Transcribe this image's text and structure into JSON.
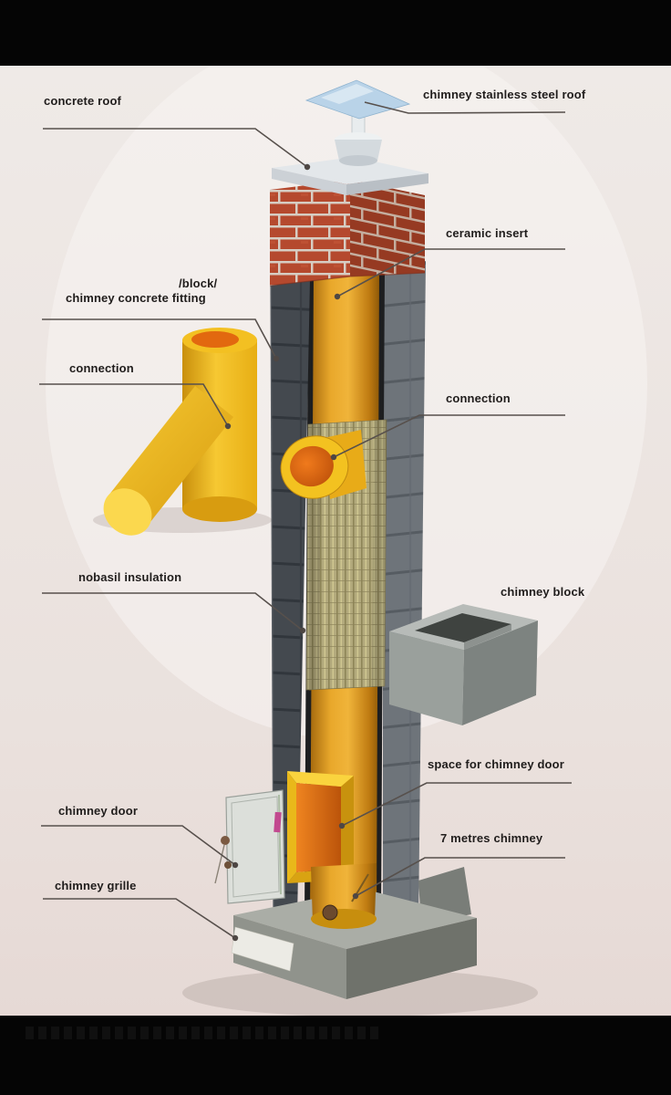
{
  "diagram": {
    "labels": {
      "concrete_roof": "concrete roof",
      "steel_roof": "chimney stainless steel roof",
      "ceramic_insert": "ceramic insert",
      "block_fitting_line1": "/block/",
      "block_fitting_line2": "chimney concrete fitting",
      "connection_left": "connection",
      "connection_right": "connection",
      "nobasil_insulation": "nobasil insulation",
      "chimney_block": "chimney block",
      "space_for_chimney_door": "space for chimney door",
      "chimney_door": "chimney door",
      "seven_metres_chimney": "7 metres chimney",
      "chimney_grille": "chimney grille"
    },
    "colors": {
      "background_top": "#efeae7",
      "background_bottom": "#e6d9d5",
      "letterbox": "#050505",
      "label_text": "#201d1c",
      "leader_line": "#57504c",
      "brick_red": "#b5492e",
      "brick_side": "#963a22",
      "mortar": "#d7cdc3",
      "block_gray_front": "#44494f",
      "block_gray_side": "#6e747a",
      "flue_orange": "#e09a1f",
      "fitting_yellow": "#f1bb1c",
      "opening_orange": "#e06f14",
      "insulation_khaki": "#b2a97c",
      "steel_roof_blue": "#b9d3e8",
      "crown_white": "#e3e7ea",
      "concrete_block": "#9aa09c",
      "base_gray": "#90938c",
      "door_metal": "#dcdfda",
      "grille_white": "#ecebe5"
    }
  }
}
